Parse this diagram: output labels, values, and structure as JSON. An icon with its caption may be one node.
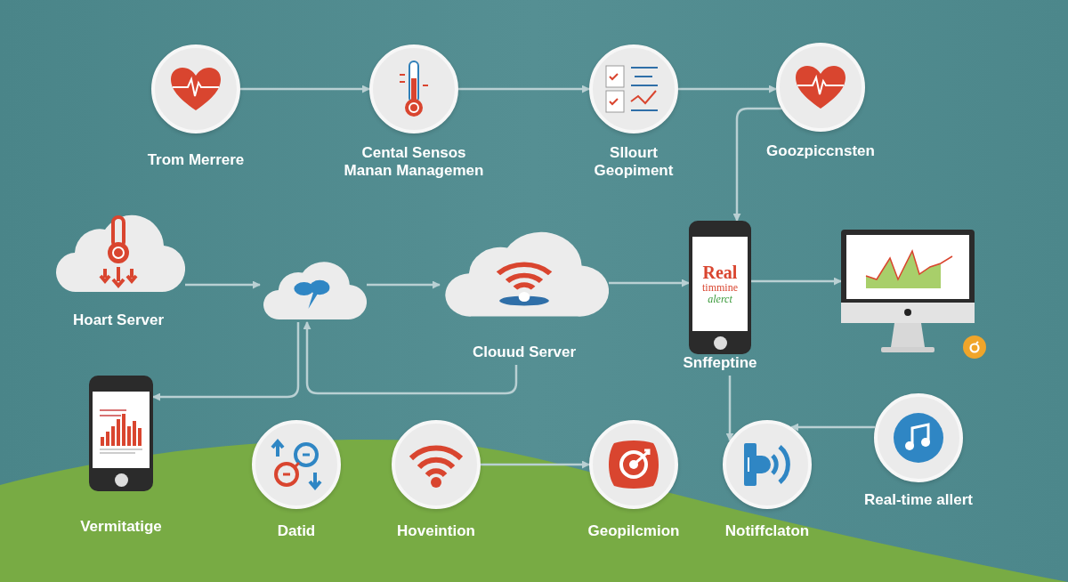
{
  "diagram": {
    "nodes": [
      {
        "text": [
          "Trom Merrere"
        ]
      },
      {
        "text": [
          "Cental Sensos Manan Managemen"
        ]
      },
      {
        "text": [
          "Sllourt Geopiment"
        ]
      },
      {
        "text": [
          "Goozpiccnsten"
        ]
      },
      {
        "text": [
          "Hoart Server"
        ]
      },
      {
        "text": [],
        "shape": "cloud"
      },
      {
        "text": [
          "Clouud Server"
        ]
      },
      {
        "text": [
          "Real",
          "timmine",
          "alerct",
          "Snffeptine"
        ]
      },
      {
        "text": [],
        "shape": "picture"
      },
      {
        "text": [
          "Vermitatige"
        ]
      },
      {
        "text": [
          "Datid"
        ]
      },
      {
        "text": [
          "Hoveintion"
        ]
      },
      {
        "text": [
          "Geopilcmion"
        ]
      },
      {
        "text": [
          "Notiffclaton"
        ]
      },
      {
        "text": [
          "Real-time allert"
        ]
      }
    ],
    "edges": [
      {
        "from": 0,
        "to": 1,
        "arrow": "to"
      },
      {
        "from": 1,
        "to": 2,
        "arrow": "to"
      },
      {
        "from": 2,
        "to": 3,
        "arrow": "to"
      },
      {
        "from": 3,
        "to": 7,
        "arrow": "to"
      },
      {
        "from": 4,
        "to": 5,
        "arrow": "to"
      },
      {
        "from": 5,
        "to": 6,
        "arrow": "to"
      },
      {
        "from": 6,
        "to": 7,
        "arrow": "to"
      },
      {
        "from": 7,
        "to": 8,
        "arrow": "to"
      },
      {
        "from": 6,
        "to": 5,
        "arrow": "to"
      },
      {
        "from": 5,
        "to": 9,
        "arrow": "to"
      },
      {
        "from": 11,
        "to": 12,
        "arrow": "to"
      },
      {
        "from": 7,
        "to": 13,
        "arrow": "to"
      },
      {
        "from": 14,
        "to": 13,
        "arrow": "to"
      }
    ]
  }
}
